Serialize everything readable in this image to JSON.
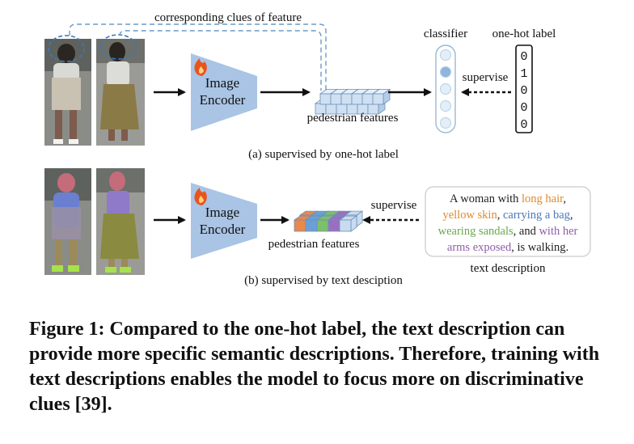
{
  "panel_a": {
    "top_label": "corresponding clues of feature",
    "encoder_line1": "Image",
    "encoder_line2": "Encoder",
    "features_label": "pedestrian features",
    "classifier_label": "classifier",
    "onehot_label": "one-hot label",
    "supervise_label": "supervise",
    "onehot_values": [
      "0",
      "1",
      "0",
      "0",
      "0"
    ],
    "sub_caption": "(a) supervised by one-hot label"
  },
  "panel_b": {
    "encoder_line1": "Image",
    "encoder_line2": "Encoder",
    "features_label": "pedestrian features",
    "supervise_label": "supervise",
    "text_description_label": "text description",
    "sub_caption": "(b) supervised by text desciption",
    "description_lines": [
      [
        {
          "t": "A woman with ",
          "c": "plain"
        },
        {
          "t": "long hair",
          "c": "orange"
        },
        {
          "t": ",",
          "c": "plain"
        }
      ],
      [
        {
          "t": "yellow skin",
          "c": "orange"
        },
        {
          "t": ", ",
          "c": "plain"
        },
        {
          "t": "carrying a bag",
          "c": "blue"
        },
        {
          "t": ",",
          "c": "plain"
        }
      ],
      [
        {
          "t": "wearing sandals",
          "c": "green"
        },
        {
          "t": ", and ",
          "c": "plain"
        },
        {
          "t": "with her",
          "c": "purple"
        }
      ],
      [
        {
          "t": "arms exposed",
          "c": "purple"
        },
        {
          "t": ", is walking.",
          "c": "plain"
        }
      ]
    ]
  },
  "colors": {
    "plain": "#222222",
    "orange": "#e08a2a",
    "blue": "#4a78b8",
    "green": "#6aa84f",
    "purple": "#8e5ea8",
    "encoder": "#a9c4e4",
    "flame": "#e8541e",
    "cube_light": "#d7e6f5",
    "cube_edge": "#6d8fb8",
    "dashed_link": "#6b9ac6"
  },
  "caption": "Figure 1: Compared to the one-hot label, the text description can provide more specific semantic descriptions. Therefore, training with text descriptions enables the model to focus more on discriminative clues [39]."
}
